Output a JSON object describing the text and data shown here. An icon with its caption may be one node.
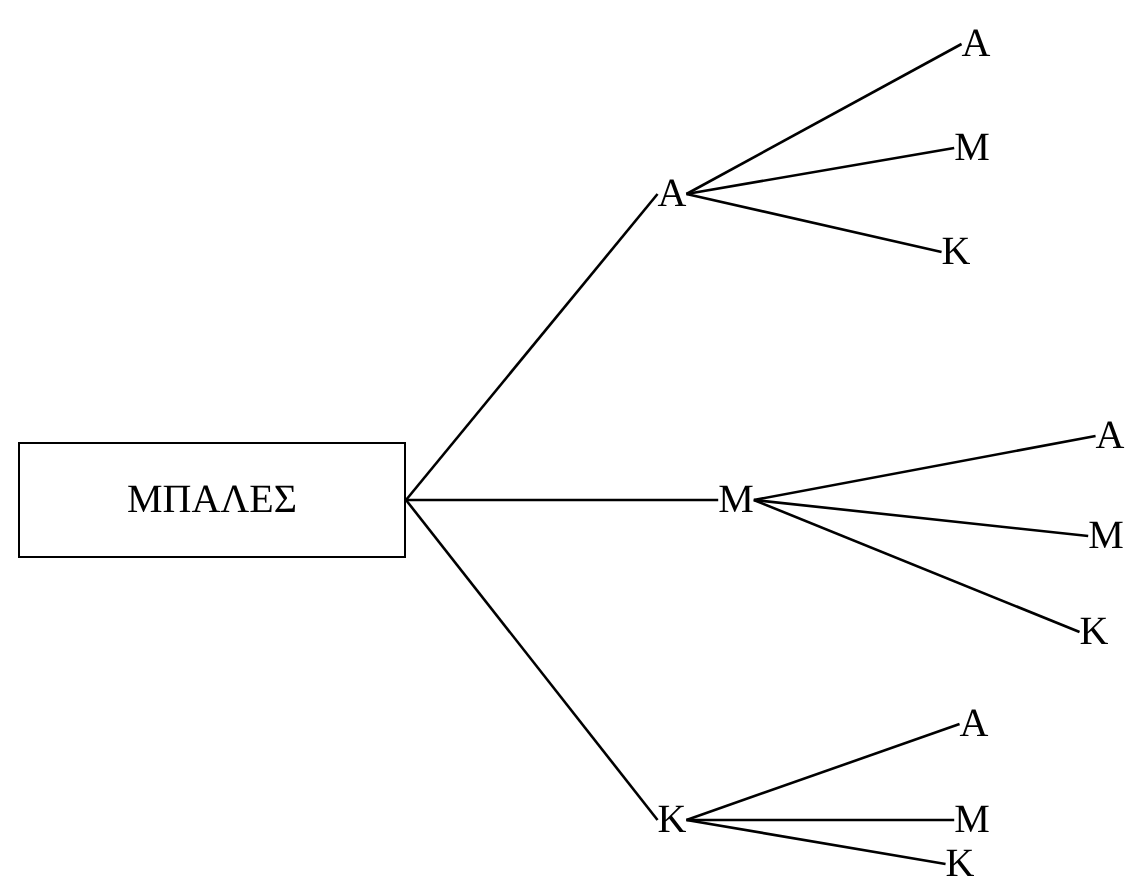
{
  "diagram": {
    "nodes": [
      {
        "text": [
          "ΜΠΑΛΕΣ"
        ]
      },
      {
        "text": [
          "Α"
        ]
      },
      {
        "text": [
          "Μ"
        ]
      },
      {
        "text": [
          "Κ"
        ]
      },
      {
        "text": [
          "Α"
        ]
      },
      {
        "text": [
          "Μ"
        ]
      },
      {
        "text": [
          "Κ"
        ]
      },
      {
        "text": [
          "Α"
        ]
      },
      {
        "text": [
          "Μ"
        ]
      },
      {
        "text": [
          "Κ"
        ]
      },
      {
        "text": [
          "Α"
        ]
      },
      {
        "text": [
          "Μ"
        ]
      },
      {
        "text": [
          "Κ"
        ]
      }
    ],
    "edges": [
      {
        "from": 0,
        "to": 1,
        "arrow": "none"
      },
      {
        "from": 0,
        "to": 2,
        "arrow": "none"
      },
      {
        "from": 0,
        "to": 3,
        "arrow": "none"
      },
      {
        "from": 1,
        "to": 4,
        "arrow": "none"
      },
      {
        "from": 1,
        "to": 5,
        "arrow": "none"
      },
      {
        "from": 1,
        "to": 6,
        "arrow": "none"
      },
      {
        "from": 2,
        "to": 7,
        "arrow": "none"
      },
      {
        "from": 2,
        "to": 8,
        "arrow": "none"
      },
      {
        "from": 2,
        "to": 9,
        "arrow": "none"
      },
      {
        "from": 3,
        "to": 10,
        "arrow": "none"
      },
      {
        "from": 3,
        "to": 11,
        "arrow": "none"
      },
      {
        "from": 3,
        "to": 12,
        "arrow": "none"
      }
    ]
  }
}
